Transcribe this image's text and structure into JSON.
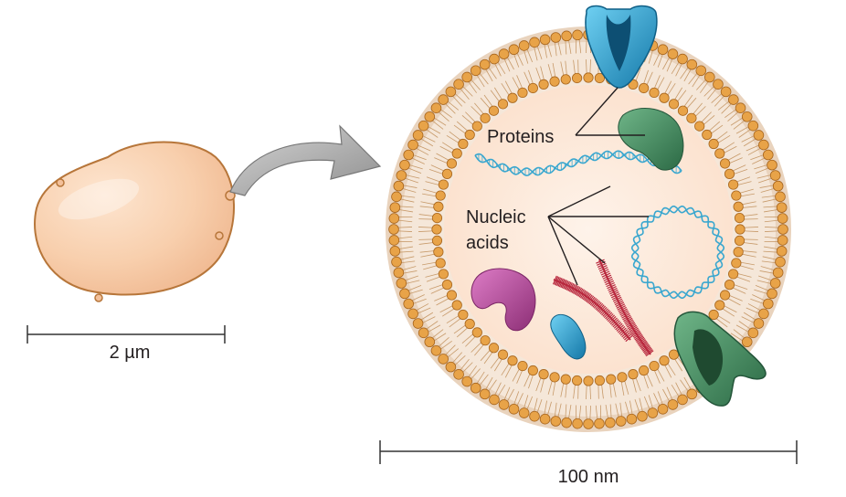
{
  "labels": {
    "scale_cell": "2 µm",
    "scale_vesicle": "100 nm",
    "proteins": "Proteins",
    "nucleic_line1": "Nucleic",
    "nucleic_line2": "acids"
  },
  "colors": {
    "cell_fill": "#f6c9a3",
    "cell_stroke": "#b7763a",
    "lipid_head": "#e8a348",
    "lipid_head_stroke": "#a8661e",
    "vesicle_interior": "#fde9da",
    "arrow_fill": "#b5b5b5",
    "dna_blue": "#3aa7cf",
    "rna_red": "#b8283e",
    "protein_blue": "#2a9fd4",
    "protein_green": "#3f8a5c",
    "protein_magenta": "#b5479a"
  },
  "icons": [
    "bacterial-cell",
    "curved-arrow",
    "lipid-bilayer",
    "membrane-channel-protein",
    "protein-blob",
    "dna-strand",
    "circular-dna",
    "rna-strand"
  ]
}
